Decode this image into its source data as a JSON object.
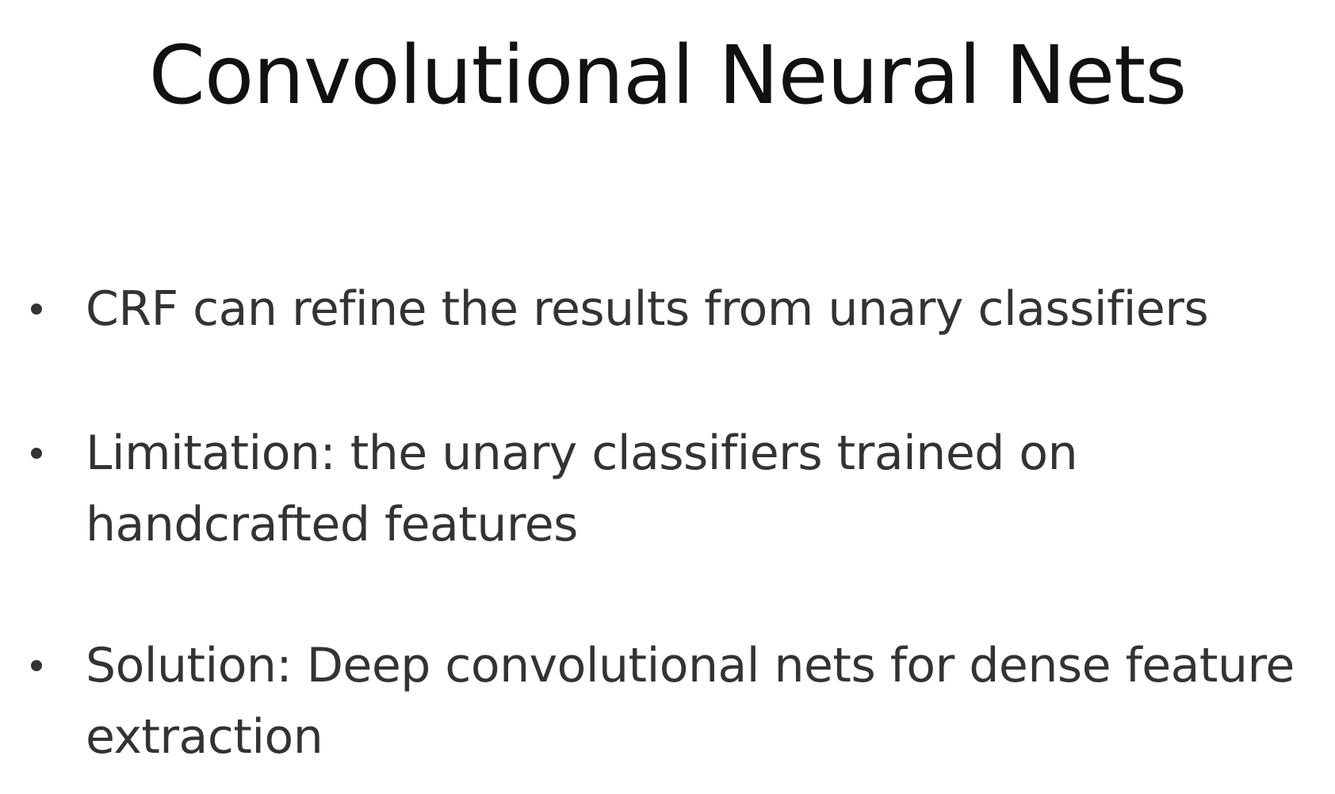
{
  "slide": {
    "title": "Convolutional Neural Nets",
    "bullets": [
      {
        "text": "CRF can refine the results from unary classifiers"
      },
      {
        "text": "Limitation: the unary classifiers trained on handcrafted features"
      },
      {
        "text": "Solution: Deep convolutional nets for dense feature extraction"
      }
    ]
  }
}
